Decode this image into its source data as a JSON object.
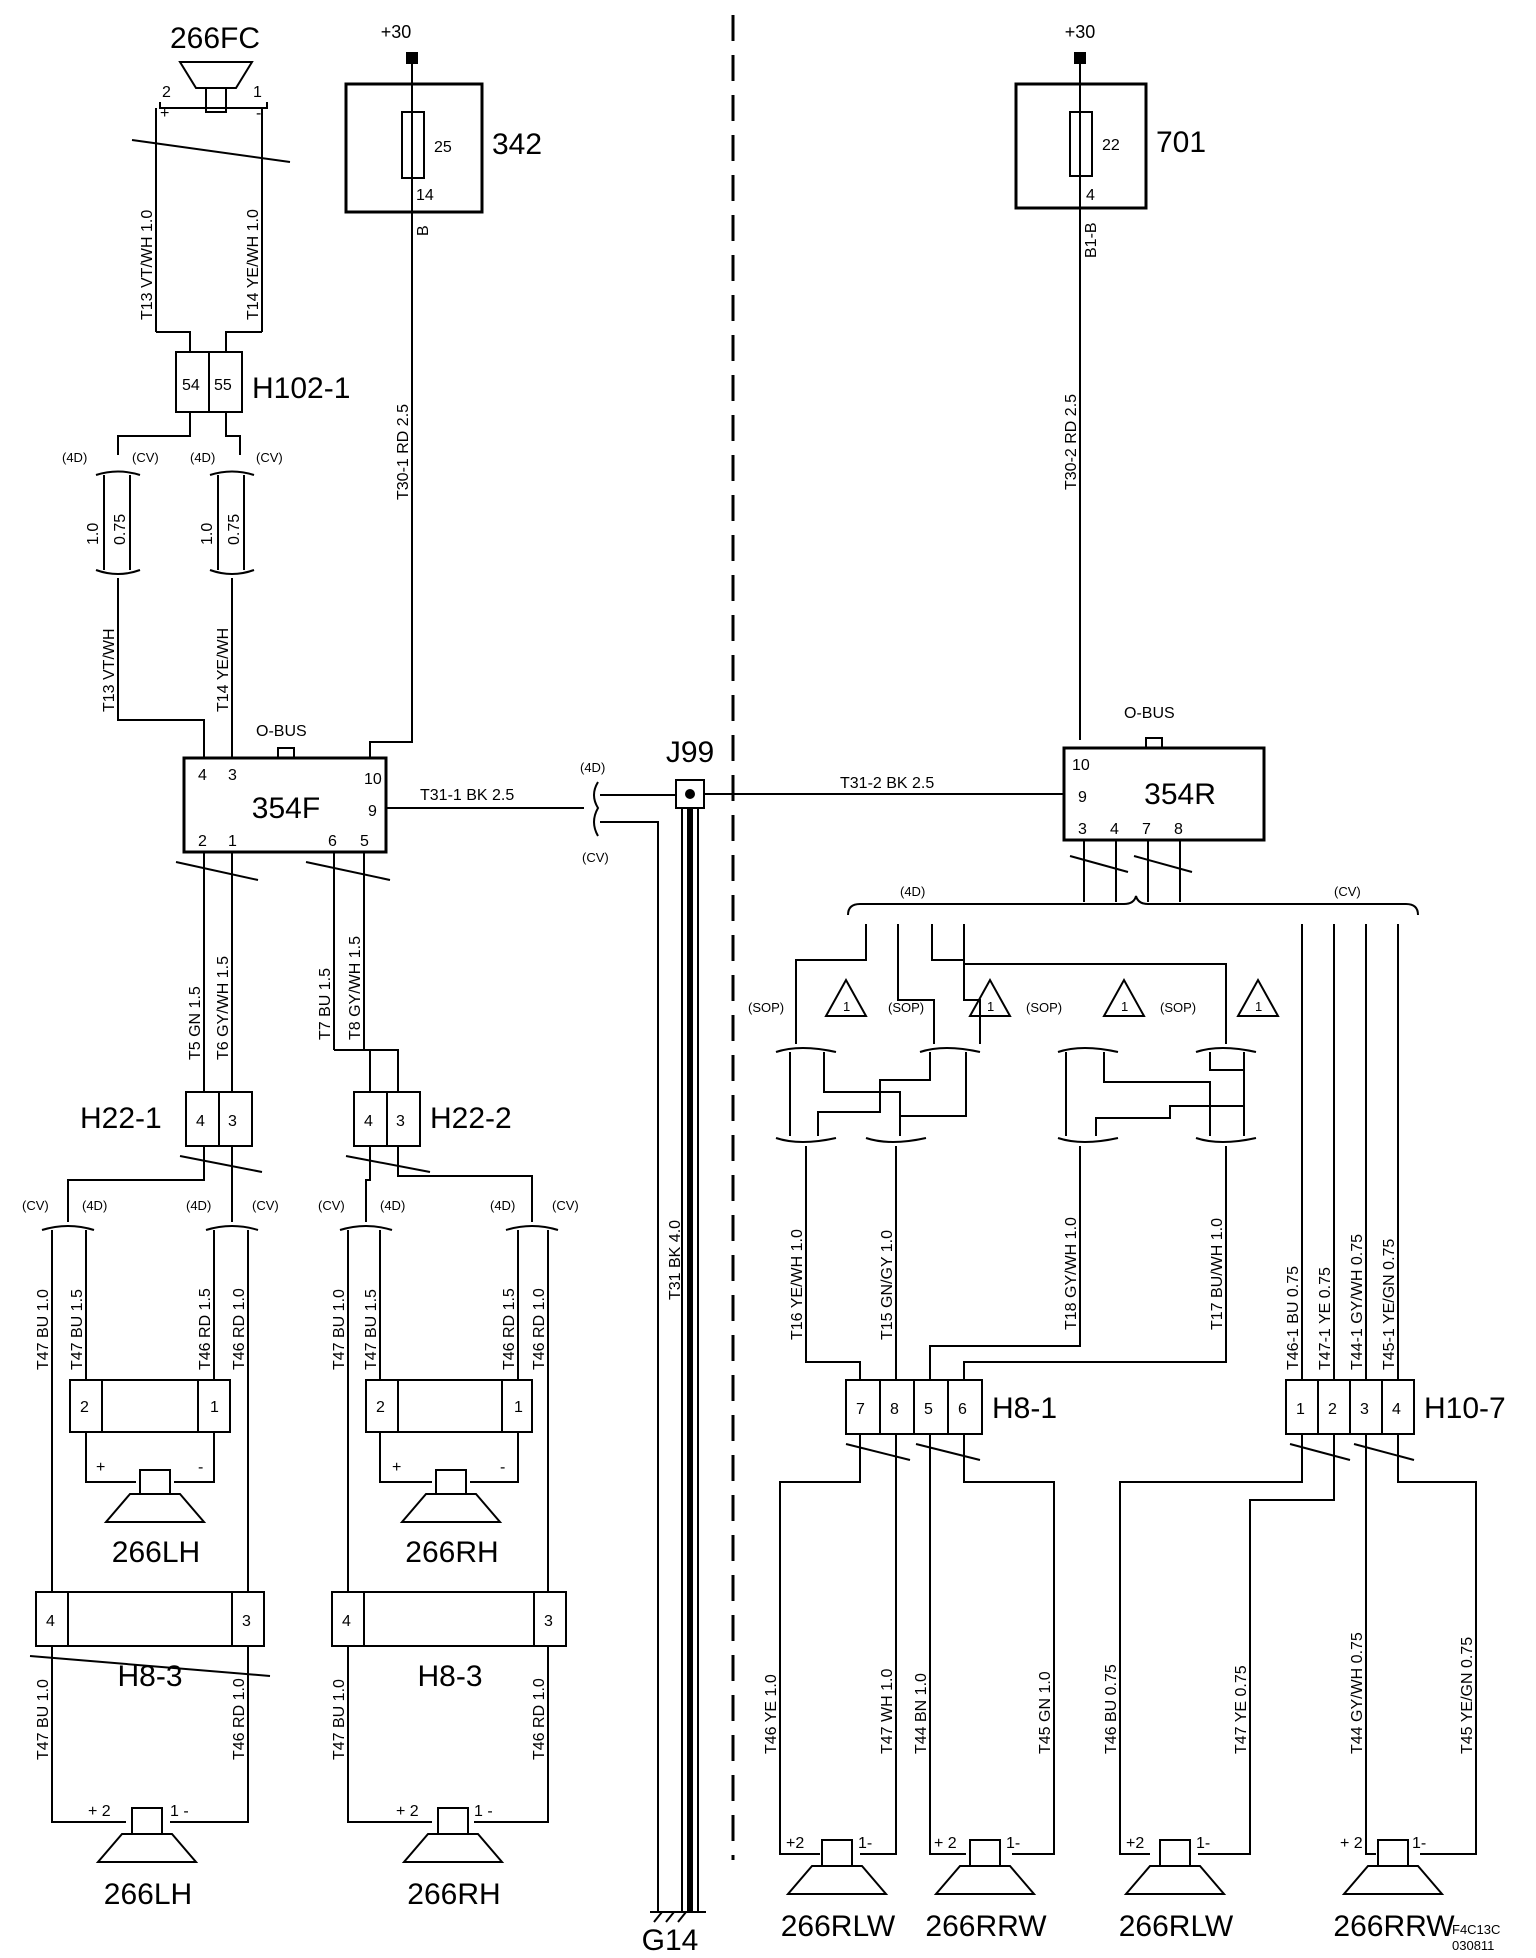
{
  "components": {
    "spk_266fc": "266FC",
    "fuse_342": "342",
    "fuse_701": "701",
    "unit_354f": "354F",
    "unit_354r": "354R",
    "j99": "J99",
    "g14": "G14",
    "h102": "H102-1",
    "h22_1": "H22-1",
    "h22_2": "H22-2",
    "h8_3a": "H8-3",
    "h8_3b": "H8-3",
    "h8_1": "H8-1",
    "h10_7": "H10-7",
    "lh_top": "266LH",
    "rh_top": "266RH",
    "lh_bot": "266LH",
    "rh_bot": "266RH",
    "rlw_a": "266RLW",
    "rrw_a": "266RRW",
    "rlw_b": "266RLW",
    "rrw_b": "266RRW"
  },
  "labels": {
    "plus30": "+30",
    "obus": "O-BUS",
    "fuse_25": "25",
    "fuse_14": "14",
    "fuse_22": "22",
    "fuse_4": "4",
    "b": "B",
    "b1b": "B1-B",
    "d4": "(4D)",
    "cv": "(CV)",
    "sop": "(SOP)",
    "tri": "1",
    "plus": "+",
    "minus": "-",
    "p2": "+ 2",
    "m1": "1 -",
    "p2b": "+2",
    "m1b": "1-",
    "doc_code": "F4C13C",
    "doc_date": "030811"
  },
  "pins": {
    "p1": "1",
    "p2": "2",
    "p3": "3",
    "p4": "4",
    "p5": "5",
    "p6": "6",
    "p7": "7",
    "p8": "8",
    "p9": "9",
    "p10": "10",
    "p54": "54",
    "p55": "55"
  },
  "wires": {
    "t13_top": "T13  VT/WH  1.0",
    "t14_top": "T14  YE/WH  1.0",
    "g10": "1.0",
    "g075": "0.75",
    "t13_mid": "T13  VT/WH",
    "t14_mid": "T14  YE/WH",
    "t30_1": "T30-1  RD  2.5",
    "t30_2": "T30-2  RD  2.5",
    "t31_1": "T31-1  BK  2.5",
    "t31_2": "T31-2  BK  2.5",
    "t31_g": "T31  BK  4.0",
    "t5": "T5  GN  1.5",
    "t6": "T6  GY/WH  1.5",
    "t7": "T7  BU  1.5",
    "t8": "T8  GY/WH  1.5",
    "t47_bu10": "T47  BU  1.0",
    "t47_bu15": "T47  BU  1.5",
    "t46_rd15": "T46  RD  1.5",
    "t46_rd10": "T46  RD  1.0",
    "t47_bu15b": "T47  BU  1.5",
    "t46rd15b": "T46 RD  1.5",
    "t46rd10b": "T46  RD  1.0",
    "t16": "T16  YE/WH  1.0",
    "t15": "T15  GN/GY  1.0",
    "t18": "T18  GY/WH  1.0",
    "t17": "T17  BU/WH  1.0",
    "t46_1": "T46-1  BU  0.75",
    "t47_1": "T47-1  YE  0.75",
    "t44_1": "T44-1  GY/WH  0.75",
    "t45_1": "T45-1  YE/GN  0.75",
    "t46_ye": "T46  YE  1.0",
    "t47_wh": "T47  WH  1.0",
    "t44_bn": "T44  BN  1.0",
    "t45_gn": "T45  GN  1.0",
    "t46_bu075": "T46  BU  0.75",
    "t47_ye075": "T47  YE  0.75",
    "t44_gywh075": "T44  GY/WH  0.75",
    "t45_yegn075": "T45  YE/GN  0.75",
    "t47_bu10c": "T47  BU  1.0",
    "t46_rd10c": "T46  RD  1.0"
  }
}
